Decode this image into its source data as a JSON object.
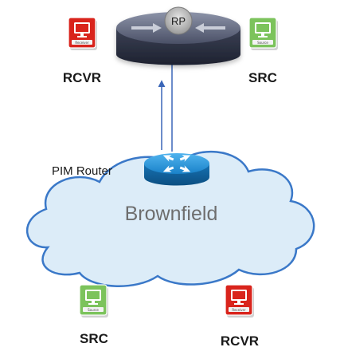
{
  "rp_router": {
    "label": "RP",
    "color": "#2f3446"
  },
  "pim_router": {
    "label": "PIM Router",
    "color": "#1d8fd6"
  },
  "cloud": {
    "label": "Brownfield",
    "fill": "#dcecf8",
    "stroke": "#3a78c8"
  },
  "top_left_host": {
    "label": "RCVR",
    "color": "#d9241c",
    "icon": "receiver-computer-icon",
    "screen_text": "Receiver"
  },
  "top_right_host": {
    "label": "SRC",
    "color": "#7cc35c",
    "icon": "source-computer-icon",
    "screen_text": "Source"
  },
  "bottom_left_host": {
    "label": "SRC",
    "color": "#7cc35c",
    "icon": "source-computer-icon",
    "screen_text": "Source"
  },
  "bottom_right_host": {
    "label": "RCVR",
    "color": "#d9241c",
    "icon": "receiver-computer-icon",
    "screen_text": "Receiver"
  },
  "link_color": "#3a66b8"
}
